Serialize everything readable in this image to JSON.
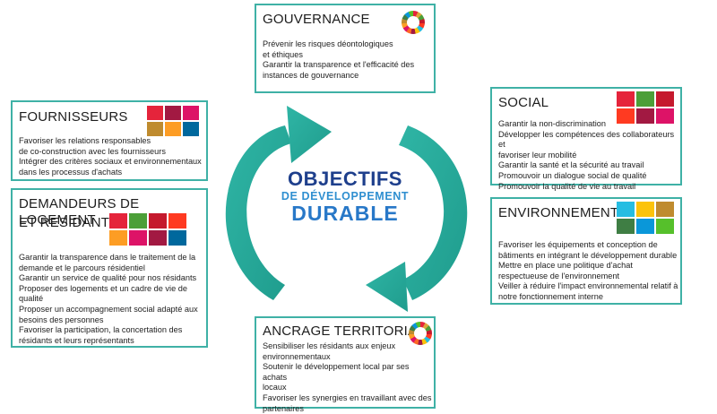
{
  "center": {
    "line1": "OBJECTIFS",
    "line2": "DE DÉVELOPPEMENT",
    "line3": "DURABLE"
  },
  "boxes": {
    "gouvernance": {
      "title": "GOUVERNANCE",
      "items": [
        "Prévenir les risques déontologiques",
        "et éthiques",
        "Garantir la transparence et l'efficacité des",
        "instances de gouvernance"
      ]
    },
    "social": {
      "title": "SOCIAL",
      "items": [
        "Garantir la non-discrimination",
        "Développer les compétences des collaborateurs et",
        "favoriser leur mobilité",
        "Garantir la santé et la sécurité au travail",
        "Promouvoir un dialogue social de qualité",
        "Promouvoir la qualité de vie au travail"
      ]
    },
    "environnement": {
      "title": "ENVIRONNEMENT",
      "items": [
        "Favoriser les équipements et conception de",
        "bâtiments en intégrant le développement durable",
        "Mettre en place une politique d'achat",
        "respectueuse de l'environnement",
        "Veiller à réduire l'impact environnemental relatif à",
        "notre fonctionnement interne"
      ]
    },
    "ancrage": {
      "title": "ANCRAGE TERRITORIAL",
      "items": [
        "Sensibiliser les résidants aux enjeux",
        "environnementaux",
        "Soutenir le développement local par ses achats",
        "locaux",
        "Favoriser les synergies en travaillant avec des",
        "partenaires"
      ]
    },
    "fournisseurs": {
      "title": "FOURNISSEURS",
      "items": [
        "Favoriser les relations responsables",
        "de co-construction  avec les fournisseurs",
        "Intégrer des critères sociaux et environnementaux",
        "dans les processus d'achats"
      ]
    },
    "demandeurs": {
      "title_line1": "DEMANDEURS DE LOGEMENT",
      "title_line2": "ET RESIDANTS",
      "items": [
        "Garantir la transparence dans le traitement de la",
        "demande et le parcours résidentiel",
        "Garantir un service de qualité pour nos résidants",
        "Proposer des logements et un cadre de vie de",
        "qualité",
        "Proposer un accompagnement social adapté aux",
        "besoins des personnes",
        "Favoriser la participation, la concertation des",
        "résidants et leurs représentants"
      ]
    }
  },
  "colors": {
    "box_border": "#3fb1a6",
    "arrow_teal": "#2fb5a5",
    "title_dark_blue": "#1e3f8c",
    "title_light_blue": "#2f8fd0"
  },
  "sdg_icons": {
    "fournisseurs": [
      "#e5243b",
      "#a21942",
      "#dd1367",
      "#bf8b2e",
      "#fd9d24",
      "#00689d"
    ],
    "social": [
      "#e5243b",
      "#4c9f38",
      "#c5192d",
      "#ff3a21",
      "#a21942",
      "#dd1367"
    ],
    "environnement": [
      "#26bde2",
      "#fcc30b",
      "#bf8b2e",
      "#3f7e44",
      "#0a97d9",
      "#56c02b"
    ],
    "demandeurs": [
      "#e5243b",
      "#4c9f38",
      "#c5192d",
      "#ff3a21",
      "#fd9d24",
      "#dd1367",
      "#a21942",
      "#00689d"
    ]
  }
}
